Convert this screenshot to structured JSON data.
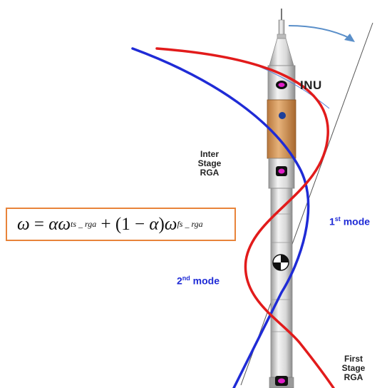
{
  "labels": {
    "inu": "INU",
    "inter_stage": [
      "Inter",
      "Stage",
      "RGA"
    ],
    "first_stage": [
      "First",
      "Stage",
      "RGA"
    ],
    "mode1": {
      "prefix": "1",
      "sup": "st",
      "suffix": " mode"
    },
    "mode2": {
      "prefix": "2",
      "sup": "nd",
      "suffix": " mode"
    }
  },
  "formula": {
    "omega": "ω",
    "eq": " = ",
    "alpha": "α",
    "omega2": "ω",
    "sub1": "ts _ rga",
    "plus": " + ",
    "one_minus": "(1 − ",
    "alpha2": "α",
    "close": ")",
    "omega3": "ω",
    "sub2": "fs _ rga"
  },
  "colors": {
    "first_mode": "#1f2bd6",
    "second_mode": "#e21b1b",
    "formula_border": "#e8843a",
    "stage_orange": "#d9a066",
    "sensor_magenta": "#e01ec8",
    "rotation_arrow": "#5a8fc9"
  }
}
